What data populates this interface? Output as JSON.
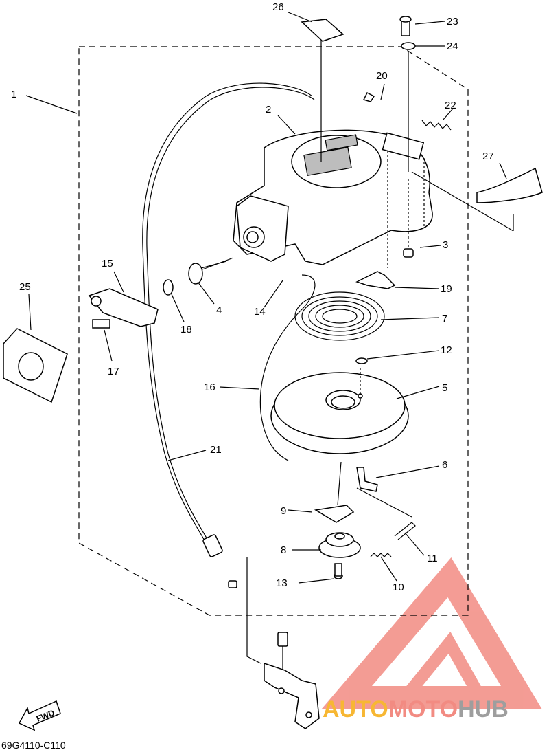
{
  "callouts": [
    "1",
    "2",
    "3",
    "4",
    "5",
    "6",
    "7",
    "8",
    "9",
    "10",
    "11",
    "12",
    "13",
    "14",
    "15",
    "16",
    "17",
    "18",
    "19",
    "20",
    "21",
    "22",
    "23",
    "24",
    "25",
    "26",
    "27"
  ],
  "diagram_code": "69G4110-C110",
  "fwd_label": "FWD",
  "watermark": {
    "part1": "AUTO",
    "part2": "MOTO",
    "part3": "HUB",
    "color1": "#f7b733",
    "color2": "#f28b82",
    "color3": "#9e9e9e",
    "logo_color": "#f28b82"
  }
}
